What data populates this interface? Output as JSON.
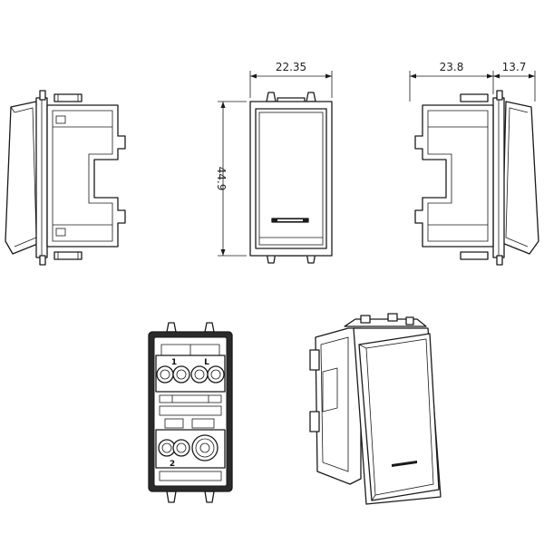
{
  "dimensions": {
    "width": "22.35",
    "height": "44.9",
    "depth_body": "23.8",
    "depth_front": "13.7"
  },
  "terminal_labels": {
    "top_left": "1",
    "top_right": "L",
    "bottom": "2"
  },
  "colors": {
    "line": "#1a1a1a",
    "background": "#ffffff"
  }
}
